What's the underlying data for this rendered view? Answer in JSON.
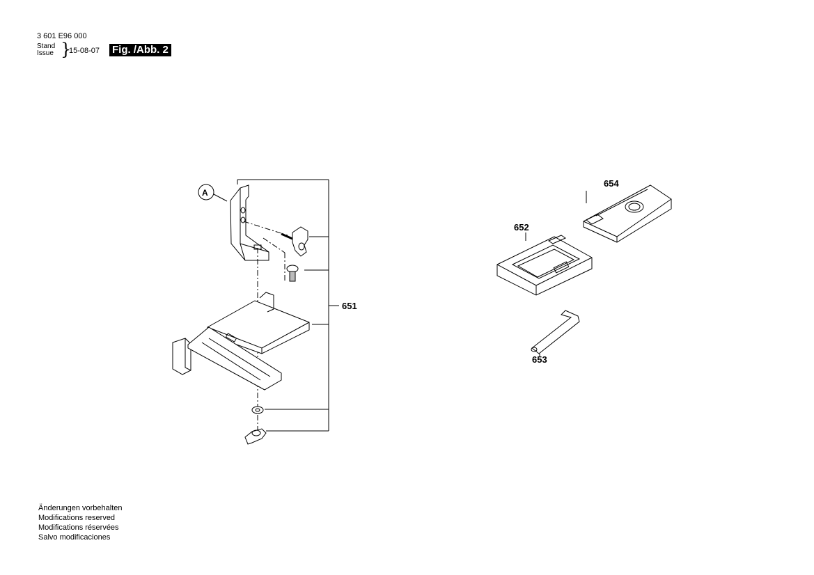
{
  "header": {
    "part_number": "3 601 E96 000",
    "stand_label": "Stand",
    "issue_label": "Issue",
    "brace": "}",
    "date": "15-08-07",
    "figure_label": "Fig. /Abb. 2"
  },
  "callouts": {
    "detail_marker": "A",
    "part_651": "651",
    "part_652": "652",
    "part_653": "653",
    "part_654": "654"
  },
  "footer": {
    "notes": [
      "Änderungen vorbehalten",
      "Modifications reserved",
      "Modifications réservées",
      "Salvo modificaciones"
    ]
  }
}
